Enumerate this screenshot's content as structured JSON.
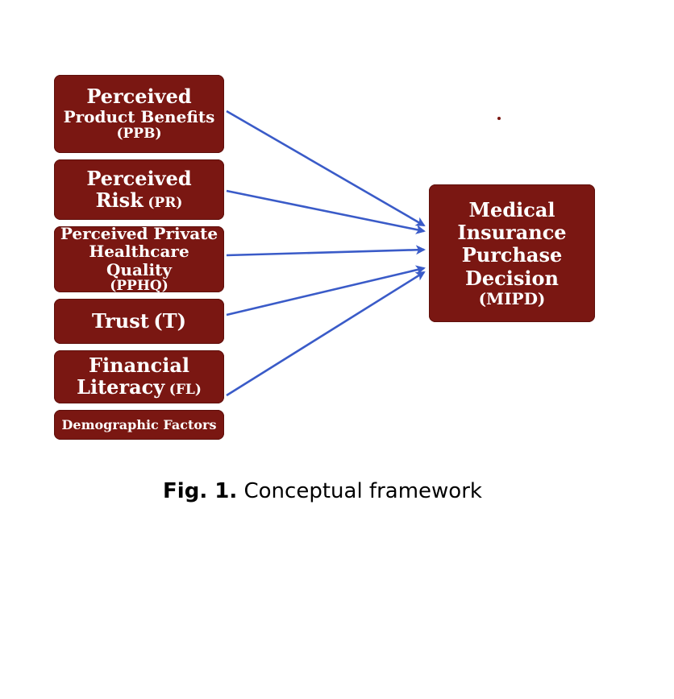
{
  "diagram": {
    "nodes": {
      "ppb": {
        "line1": "Perceived",
        "line2": "Product Benefits",
        "line3": "(PPB)"
      },
      "pr": {
        "line1": "Perceived",
        "line2": "Risk",
        "abbr": "(PR)"
      },
      "pphq": {
        "line1": "Perceived Private",
        "line2": "Healthcare Quality",
        "line3": "(PPHQ)"
      },
      "trust": {
        "label": "Trust",
        "abbr": "(T)"
      },
      "fl": {
        "line1": "Financial",
        "line2": "Literacy",
        "abbr": "(FL)"
      },
      "demographic": {
        "label": "Demographic Factors"
      },
      "mipd": {
        "line1": "Medical",
        "line2": "Insurance",
        "line3": "Purchase",
        "line4": "Decision",
        "line5": "(MIPD)"
      }
    },
    "edges": [
      {
        "from": "PPB",
        "to": "MIPD"
      },
      {
        "from": "PR",
        "to": "MIPD"
      },
      {
        "from": "PPHQ",
        "to": "MIPD"
      },
      {
        "from": "T",
        "to": "MIPD"
      },
      {
        "from": "FL",
        "to": "MIPD"
      }
    ],
    "colors": {
      "box": "#7a1712",
      "arrow": "#3a5bc8",
      "text": "#ffffff"
    }
  },
  "caption": {
    "label": "Fig. 1.",
    "text": "Conceptual framework"
  }
}
